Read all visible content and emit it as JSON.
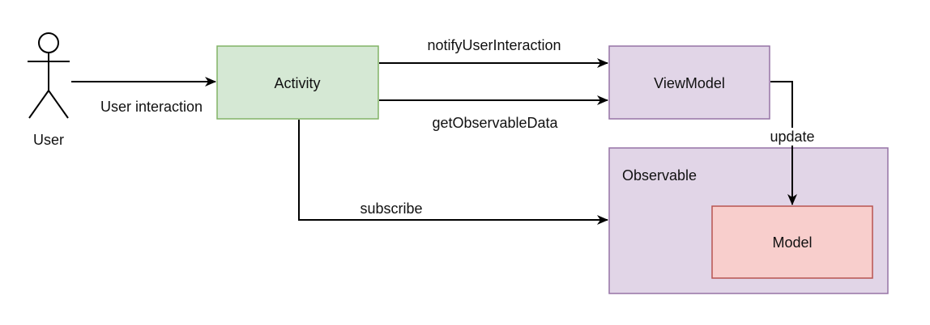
{
  "diagram": {
    "actor": {
      "label": "User"
    },
    "nodes": {
      "activity": {
        "label": "Activity",
        "fill": "#d5e8d4",
        "stroke": "#82b366"
      },
      "viewmodel": {
        "label": "ViewModel",
        "fill": "#e1d5e7",
        "stroke": "#9673a6"
      },
      "observable": {
        "label": "Observable",
        "fill": "#e1d5e7",
        "stroke": "#9673a6"
      },
      "model": {
        "label": "Model",
        "fill": "#f8cecc",
        "stroke": "#b85450"
      }
    },
    "edges": {
      "user_interaction": "User interaction",
      "notify": "notifyUserInteraction",
      "get_data": "getObservableData",
      "update": "update",
      "subscribe": "subscribe"
    },
    "line_color": "#000000"
  }
}
